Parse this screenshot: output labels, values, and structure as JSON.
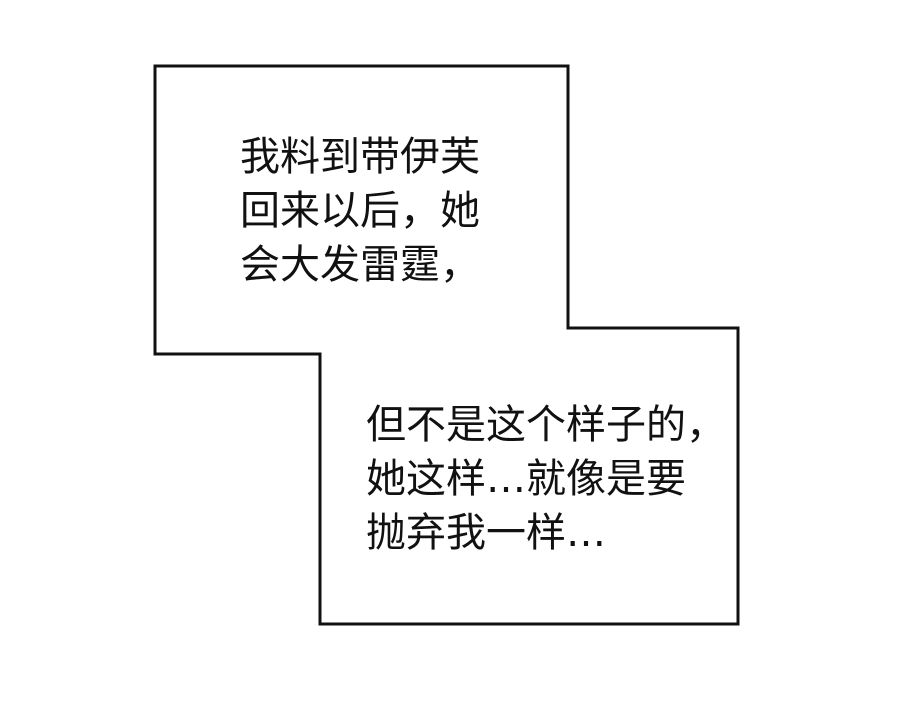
{
  "colors": {
    "background": "#ffffff",
    "border": "#111111",
    "text": "#111111"
  },
  "caption_box": {
    "shape": "stepped-rectangle",
    "top_lines": [
      "我料到带伊芙",
      "回来以后，她",
      "会大发雷霆，"
    ],
    "bottom_lines": [
      "但不是这个样子的，",
      "她这样…就像是要",
      "抛弃我一样…"
    ]
  }
}
